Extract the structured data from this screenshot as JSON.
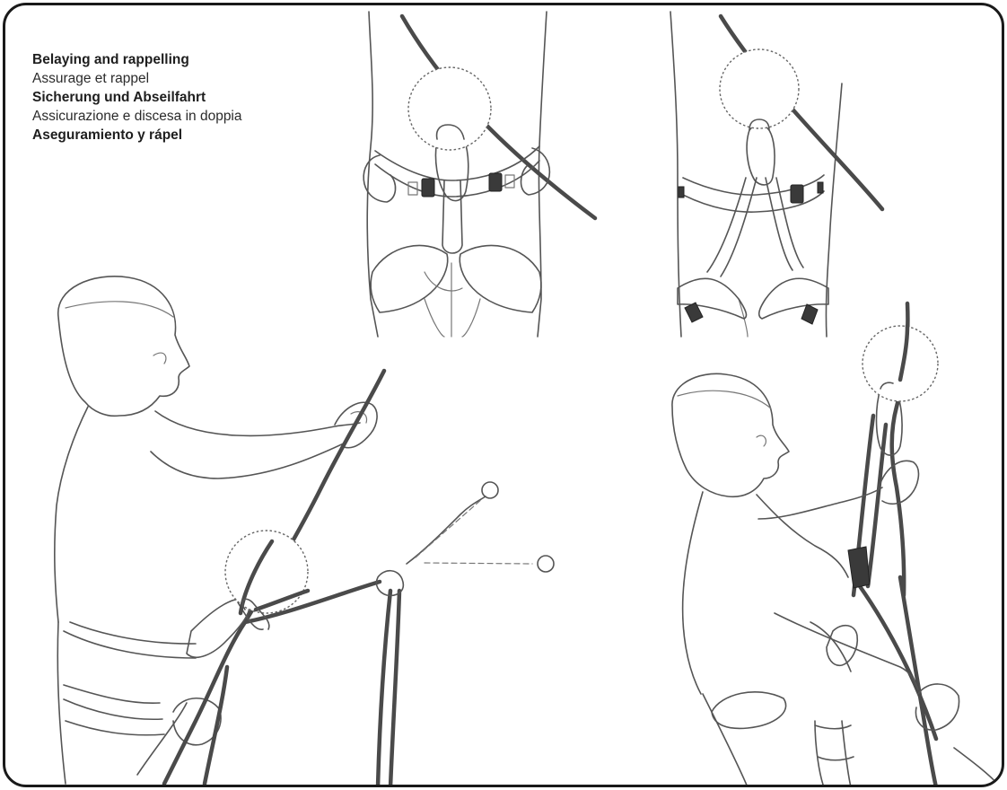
{
  "header": {
    "lines": [
      {
        "text": "Belaying and rappelling",
        "bold": true
      },
      {
        "text": "Assurage et rappel",
        "bold": false
      },
      {
        "text": "Sicherung und Abseilfahrt",
        "bold": true
      },
      {
        "text": "Assicurazione e discesa in doppia",
        "bold": false
      },
      {
        "text": "Aseguramiento y rápel",
        "bold": true
      }
    ]
  },
  "panels": [
    {
      "name": "sit-harness-front-view",
      "icon": "harness-icon"
    },
    {
      "name": "full-body-harness-front-view",
      "icon": "harness-icon"
    },
    {
      "name": "belayer-at-anchor",
      "icon": "climber-icon"
    },
    {
      "name": "rappelling-climber",
      "icon": "climber-icon"
    }
  ],
  "colors": {
    "line": "#555555",
    "rope": "#4a4a4a",
    "frame": "#1a1a1a"
  }
}
